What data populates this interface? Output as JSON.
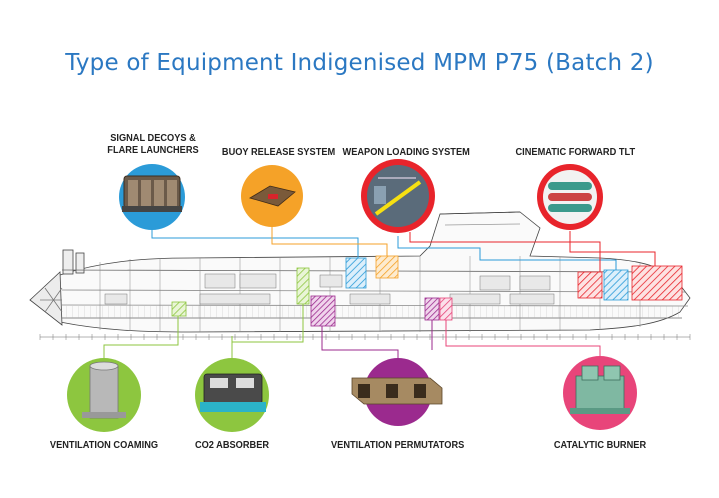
{
  "title": "Type of Equipment Indigenised MPM P75 (Batch 2)",
  "colors": {
    "title": "#2b78c2",
    "blue": "#2b9bd8",
    "orange": "#f5a228",
    "yellow": "#f6c51f",
    "red": "#e8242b",
    "green": "#8dc63f",
    "purple": "#9b2a8e",
    "pink": "#e8457a",
    "teal": "#6fd3c5"
  },
  "top_equipment": [
    {
      "label_line1": "SIGNAL DECOYS &",
      "label_line2": "FLARE LAUNCHERS",
      "color": "#2b9bd8",
      "icon": "decoy-launcher-image"
    },
    {
      "label_line1": "BUOY RELEASE SYSTEM",
      "label_line2": "",
      "color": "#f5a228",
      "icon": "buoy-release-image"
    },
    {
      "label_line1": "WEAPON LOADING SYSTEM",
      "label_line2": "",
      "color": "#e8242b",
      "icon": "weapon-loading-image"
    },
    {
      "label_line1": "CINEMATIC FORWARD TLT",
      "label_line2": "",
      "color": "#e8242b",
      "icon": "torpedo-tube-image"
    }
  ],
  "bottom_equipment": [
    {
      "label": "VENTILATION COAMING",
      "color": "#8dc63f",
      "icon": "coaming-image"
    },
    {
      "label": "CO2 ABSORBER",
      "color": "#8dc63f",
      "icon": "co2-absorber-image"
    },
    {
      "label": "VENTILATION PERMUTATORS",
      "color": "#9b2a8e",
      "icon": "permutator-image"
    },
    {
      "label": "CATALYTIC BURNER",
      "color": "#e8457a",
      "icon": "catalytic-burner-image"
    }
  ]
}
